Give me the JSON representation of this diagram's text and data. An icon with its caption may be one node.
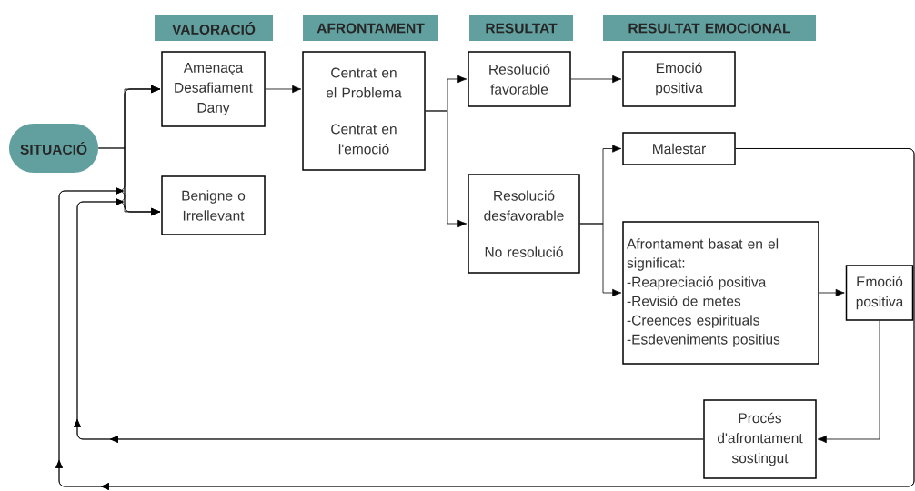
{
  "diagram": {
    "nodes": [
      {
        "text": [
          "VALORACIÓ"
        ]
      },
      {
        "text": [
          "AFRONTAMENT"
        ]
      },
      {
        "text": [
          "RESULTAT"
        ]
      },
      {
        "text": [
          "RESULTAT EMOCIONAL"
        ]
      },
      {
        "text": [
          "SITUACIÓ"
        ]
      },
      {
        "text": [
          "Amenaça",
          "Desafiament",
          "Dany"
        ]
      },
      {
        "text": [
          "Benigne o Irrellevant"
        ]
      },
      {
        "text": [
          "Centrat en el Problema",
          "Centrat en l'emoció"
        ]
      },
      {
        "text": [
          "Resolució favorable"
        ]
      },
      {
        "text": [
          "Resolució desfavorable",
          "No resolució"
        ]
      },
      {
        "text": [
          "Emoció positiva"
        ]
      },
      {
        "text": [
          "Malestar"
        ]
      },
      {
        "text": [
          "Afrontament basat en el significat:",
          "-Reapreciació positiva",
          "-Revisió de metes",
          "-Creences espirituals",
          "-Esdeveniments positius"
        ]
      },
      {
        "text": [
          "Emoció positiva"
        ]
      },
      {
        "text": [
          "Procés d'afrontament sostingut"
        ]
      }
    ],
    "edges": [
      {
        "from": 4,
        "to": 5,
        "arrow": "to"
      },
      {
        "from": 4,
        "to": 6,
        "arrow": "to"
      },
      {
        "from": 5,
        "to": 7,
        "arrow": "to"
      },
      {
        "from": 7,
        "to": 8,
        "arrow": "to"
      },
      {
        "from": 7,
        "to": 9,
        "arrow": "to"
      },
      {
        "from": 8,
        "to": 10,
        "arrow": "to"
      },
      {
        "from": 9,
        "to": 11,
        "arrow": "to"
      },
      {
        "from": 9,
        "to": 12,
        "arrow": "to"
      },
      {
        "from": 12,
        "to": 13,
        "arrow": "to"
      },
      {
        "from": 13,
        "to": 14,
        "arrow": "to"
      },
      {
        "from": 14,
        "to": 5,
        "arrow": "to"
      },
      {
        "from": 14,
        "to": 6,
        "arrow": "to"
      },
      {
        "from": 11,
        "to": 5,
        "arrow": "to"
      },
      {
        "from": 11,
        "to": 6,
        "arrow": "to"
      }
    ]
  }
}
